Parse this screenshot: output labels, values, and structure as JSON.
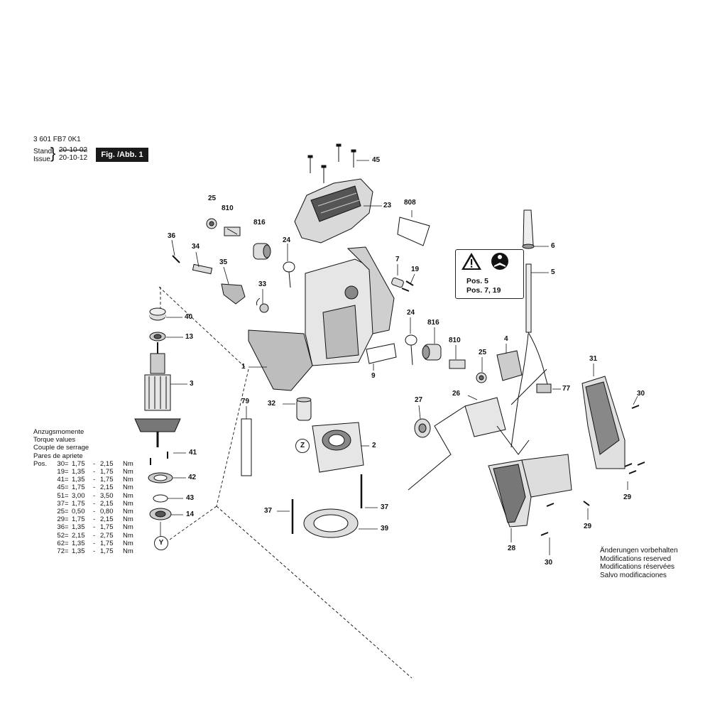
{
  "header": {
    "part_number": "3 601 FB7 0K1",
    "stand_label": "Stand",
    "issue_label": "Issue",
    "stand_date": "20-10-02",
    "issue_date": "20-10-12",
    "figure_label": "Fig. /Abb. 1"
  },
  "torque_table": {
    "headings": [
      "Anzugsmomente",
      "Torque values",
      "Couple de serrage",
      "Pares de apriete"
    ],
    "rows": [
      {
        "pos": "Pos.",
        "num": "30",
        "eq": "=",
        "min": "1,75",
        "dash": "-",
        "max": "2,15",
        "unit": "Nm"
      },
      {
        "pos": "",
        "num": "19",
        "eq": "=",
        "min": "1,35",
        "dash": "-",
        "max": "1,75",
        "unit": "Nm"
      },
      {
        "pos": "",
        "num": "41",
        "eq": "=",
        "min": "1,35",
        "dash": "-",
        "max": "1,75",
        "unit": "Nm"
      },
      {
        "pos": "",
        "num": "45",
        "eq": "=",
        "min": "1,75",
        "dash": "-",
        "max": "2,15",
        "unit": "Nm"
      },
      {
        "pos": "",
        "num": "51",
        "eq": "=",
        "min": "3,00",
        "dash": "-",
        "max": "3,50",
        "unit": "Nm"
      },
      {
        "pos": "",
        "num": "37",
        "eq": "=",
        "min": "1,75",
        "dash": "-",
        "max": "2,15",
        "unit": "Nm"
      },
      {
        "pos": "",
        "num": "25",
        "eq": "=",
        "min": "0,50",
        "dash": "-",
        "max": "0,80",
        "unit": "Nm"
      },
      {
        "pos": "",
        "num": "29",
        "eq": "=",
        "min": "1,75",
        "dash": "-",
        "max": "2,15",
        "unit": "Nm"
      },
      {
        "pos": "",
        "num": "36",
        "eq": "=",
        "min": "1,35",
        "dash": "-",
        "max": "1,75",
        "unit": "Nm"
      },
      {
        "pos": "",
        "num": "52",
        "eq": "=",
        "min": "2,15",
        "dash": "-",
        "max": "2,75",
        "unit": "Nm"
      },
      {
        "pos": "",
        "num": "62",
        "eq": "=",
        "min": "1,35",
        "dash": "-",
        "max": "1,75",
        "unit": "Nm"
      },
      {
        "pos": "",
        "num": "72",
        "eq": "=",
        "min": "1,35",
        "dash": "-",
        "max": "1,75",
        "unit": "Nm"
      }
    ]
  },
  "modifications": [
    "Änderungen vorbehalten",
    "Modifications reserved",
    "Modifications réservées",
    "Salvo modificaciones"
  ],
  "warning_box": {
    "line1": "Pos. 5",
    "line2": "Pos. 7, 19",
    "icons": [
      "warning-triangle-icon",
      "read-manual-icon"
    ]
  },
  "callouts": {
    "c45": "45",
    "c23": "23",
    "c808": "808",
    "c6": "6",
    "c5": "5",
    "c25a": "25",
    "c810a": "810",
    "c816a": "816",
    "c36": "36",
    "c34": "34",
    "c24a": "24",
    "c35": "35",
    "c33": "33",
    "c7": "7",
    "c19": "19",
    "c40": "40",
    "c13": "13",
    "c1": "1",
    "c3": "3",
    "c24b": "24",
    "c816b": "816",
    "c810b": "810",
    "c4": "4",
    "c9": "9",
    "c25b": "25",
    "c31": "31",
    "c77": "77",
    "c30a": "30",
    "c79": "79",
    "c32": "32",
    "c26": "26",
    "c27": "27",
    "c2": "2",
    "c41": "41",
    "c42": "42",
    "c29a": "29",
    "c43": "43",
    "c37a": "37",
    "c37b": "37",
    "c14": "14",
    "c39": "39",
    "c29b": "29",
    "c28": "28",
    "c30b": "30",
    "z": "Z",
    "y": "Y"
  }
}
